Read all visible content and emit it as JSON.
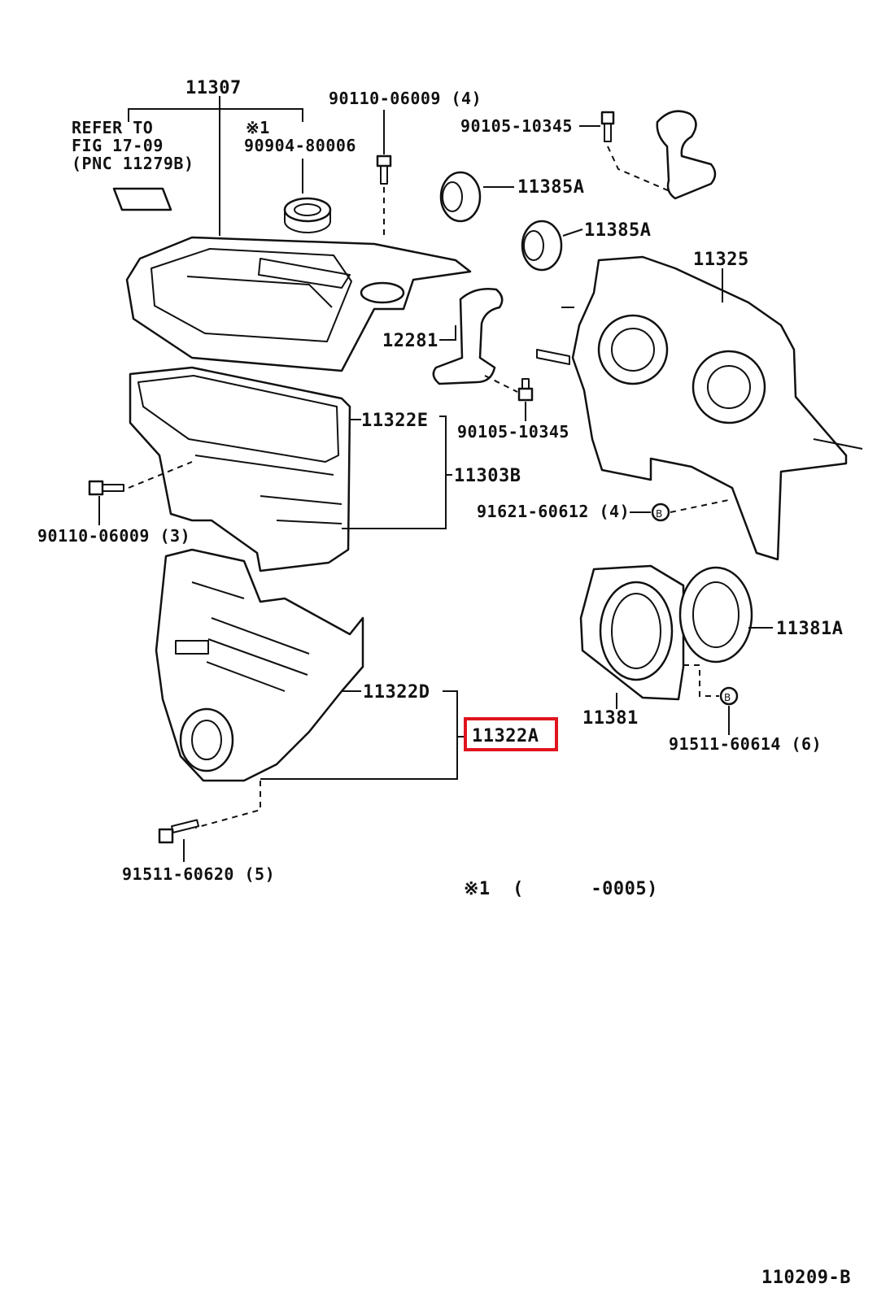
{
  "labels": {
    "p11307": "11307",
    "refer_line1": "REFER TO",
    "refer_line2": "FIG 17-09",
    "refer_line3": "(PNC 11279B)",
    "note1_mark": "※1",
    "p90904": "90904-80006",
    "p90110_top": "90110-06009 (4)",
    "p90105_top": "90105-10345",
    "p11385a_1": "11385A",
    "p11385a_2": "11385A",
    "p11325": "11325",
    "p12281": "12281",
    "p90105_mid": "90105-10345",
    "p11322e": "11322E",
    "p11303b": "11303B",
    "p90110_left": "90110-06009 (3)",
    "p91621": "91621-60612 (4)",
    "p11381a": "11381A",
    "p11322d": "11322D",
    "p11322a": "11322A",
    "p11381": "11381",
    "p91511_right": "91511-60614 (6)",
    "p91511_bottom": "91511-60620 (5)",
    "footnote": "※1  (      -0005)",
    "figure_code": "110209-B"
  },
  "highlight": {
    "part": "11322A",
    "color": "#e0141e"
  },
  "icons": [
    "bolt-icon",
    "nut-icon",
    "oil-seal-icon",
    "gasket-icon"
  ]
}
